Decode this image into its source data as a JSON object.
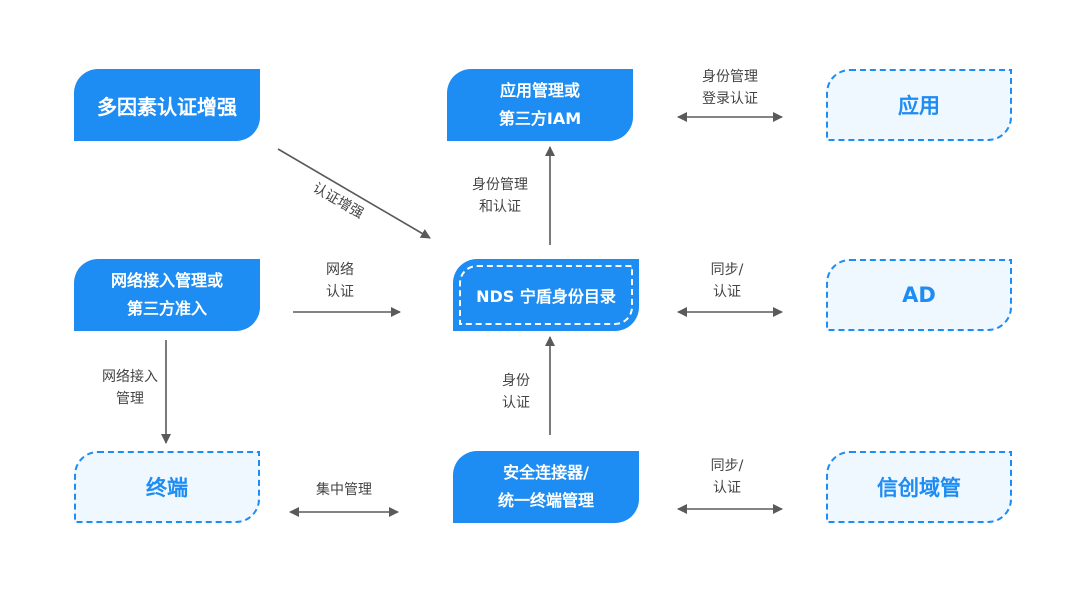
{
  "nodes": {
    "mfa": "多因素认证增强",
    "app_mgmt": [
      "应用管理或",
      "第三方IAM"
    ],
    "app": "应用",
    "nac": [
      "网络接入管理或",
      "第三方准入"
    ],
    "nds": "NDS 宁盾身份目录",
    "ad": "AD",
    "terminal": "终端",
    "connector": [
      "安全连接器/",
      "统一终端管理"
    ],
    "xinchuang": "信创域管"
  },
  "edges": {
    "app_mgmt_app": [
      "身份管理",
      "登录认证"
    ],
    "mfa_nds": "认证增强",
    "nds_app_mgmt": [
      "身份管理",
      "和认证"
    ],
    "nac_nds": [
      "网络",
      "认证"
    ],
    "nds_ad": [
      "同步/",
      "认证"
    ],
    "nac_terminal": [
      "网络接入",
      "管理"
    ],
    "connector_nds": [
      "身份",
      "认证"
    ],
    "terminal_connector": "集中管理",
    "connector_xinchuang": [
      "同步/",
      "认证"
    ]
  },
  "colors": {
    "accent": "#1d8cf3",
    "light_fill": "#eff7ff",
    "arrow": "#5a5a5a"
  }
}
